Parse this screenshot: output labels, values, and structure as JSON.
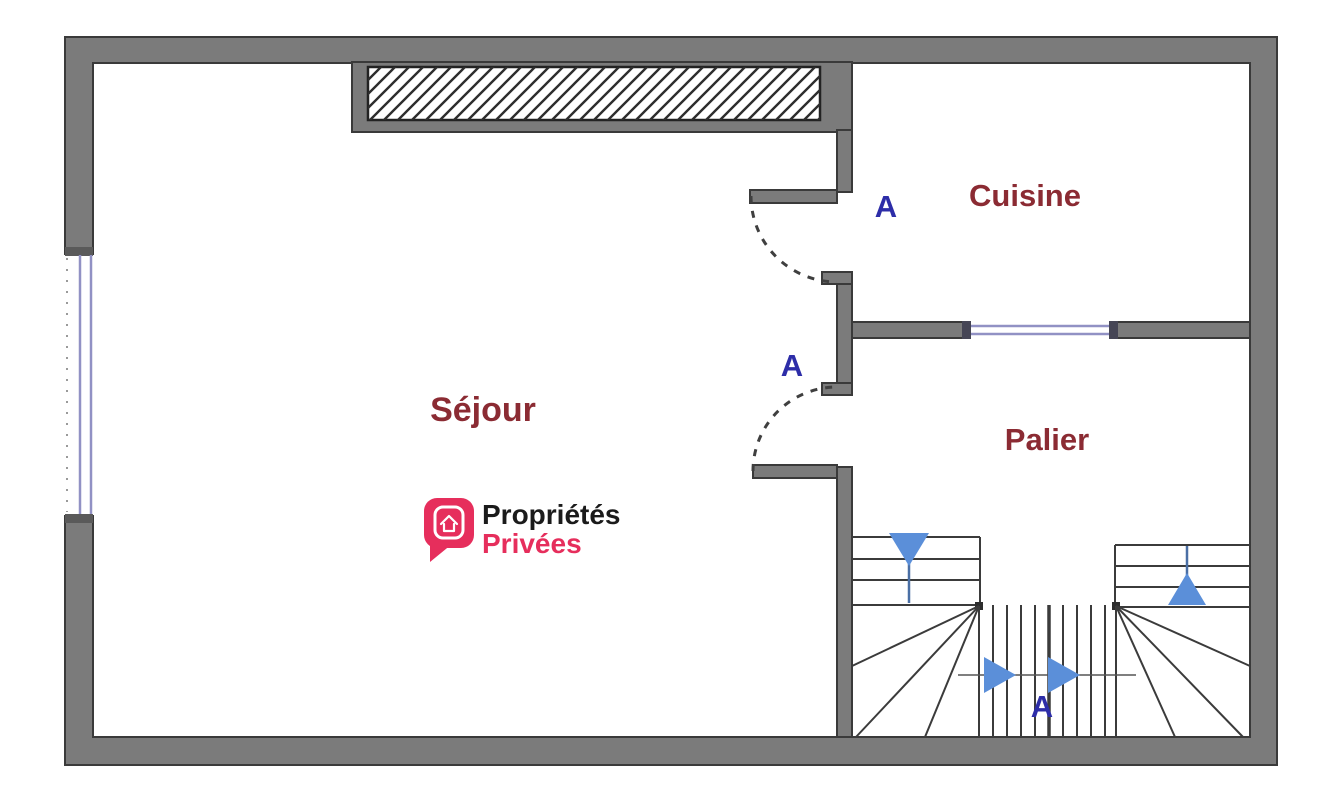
{
  "plan": {
    "type": "floor-plan",
    "rooms": [
      {
        "id": "sejour",
        "label": "Séjour"
      },
      {
        "id": "cuisine",
        "label": "Cuisine"
      },
      {
        "id": "palier",
        "label": "Palier"
      }
    ],
    "markers": {
      "label": "A",
      "count": 3,
      "locations": [
        "cuisine-door",
        "sejour-palier-door",
        "staircase"
      ]
    },
    "features": [
      "hatched-wall-section",
      "left-facade-window",
      "interior-window",
      "two-swing-doors",
      "u-shaped-winder-staircase",
      "stair-direction-arrows"
    ]
  },
  "logo": {
    "line1": "Propriétés",
    "line2": "Privées"
  },
  "colors": {
    "wall_fill": "#7b7b7b",
    "wall_edge": "#3a3a3a",
    "stair_line": "#3b3b3b",
    "room_label": "#8b2b33",
    "marker_blue": "#2d2da8",
    "arrow_blue": "#5b8fd9",
    "arrow_stem": "#4a6fa5",
    "window_glazing": "#9191c4",
    "logo_pink": "#e62e5c",
    "logo_black": "#1b1b1b"
  }
}
